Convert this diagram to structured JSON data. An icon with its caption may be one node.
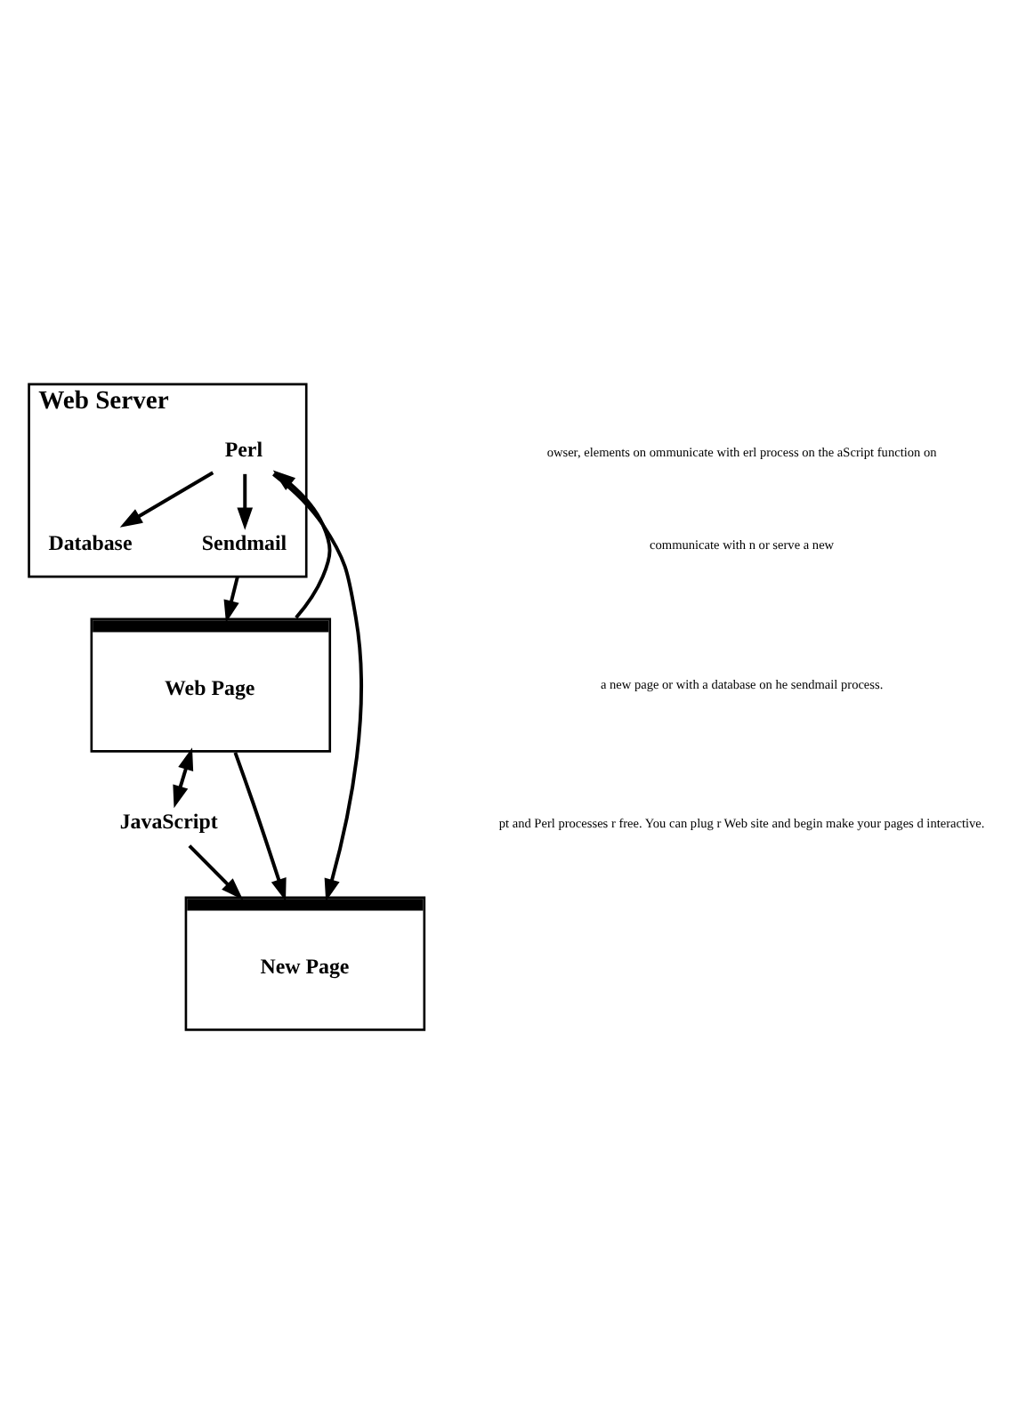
{
  "diagram": {
    "nodes": [
      {
        "text": [
          "Web Server"
        ]
      },
      {
        "text": [
          "Perl"
        ],
        "in": 0
      },
      {
        "text": [
          "Database"
        ],
        "in": 0
      },
      {
        "text": [
          "Sendmail"
        ],
        "in": 0
      },
      {
        "text": [
          "Web Page"
        ]
      },
      {
        "text": [
          "JavaScript"
        ]
      },
      {
        "text": [
          "New Page"
        ]
      }
    ],
    "edges": [
      {
        "from": 0,
        "to": 4,
        "arrow": "to"
      },
      {
        "from": 4,
        "to": 1,
        "arrow": "to"
      },
      {
        "from": 1,
        "to": 2,
        "arrow": "to"
      },
      {
        "from": 1,
        "to": 3,
        "arrow": "to"
      },
      {
        "from": 4,
        "to": 5,
        "arrow": "both"
      },
      {
        "from": 4,
        "to": 6,
        "arrow": "to"
      },
      {
        "from": 5,
        "to": 6,
        "arrow": "to"
      },
      {
        "from": 1,
        "to": 6,
        "arrow": "to"
      }
    ],
    "labels": [
      "owser, elements on ommunicate with erl process on the aScript function on",
      "communicate with n or serve a new",
      "a new page or with a database on he sendmail process.",
      "pt and Perl processes r free. You can plug r Web site and begin make your pages d interactive."
    ]
  }
}
